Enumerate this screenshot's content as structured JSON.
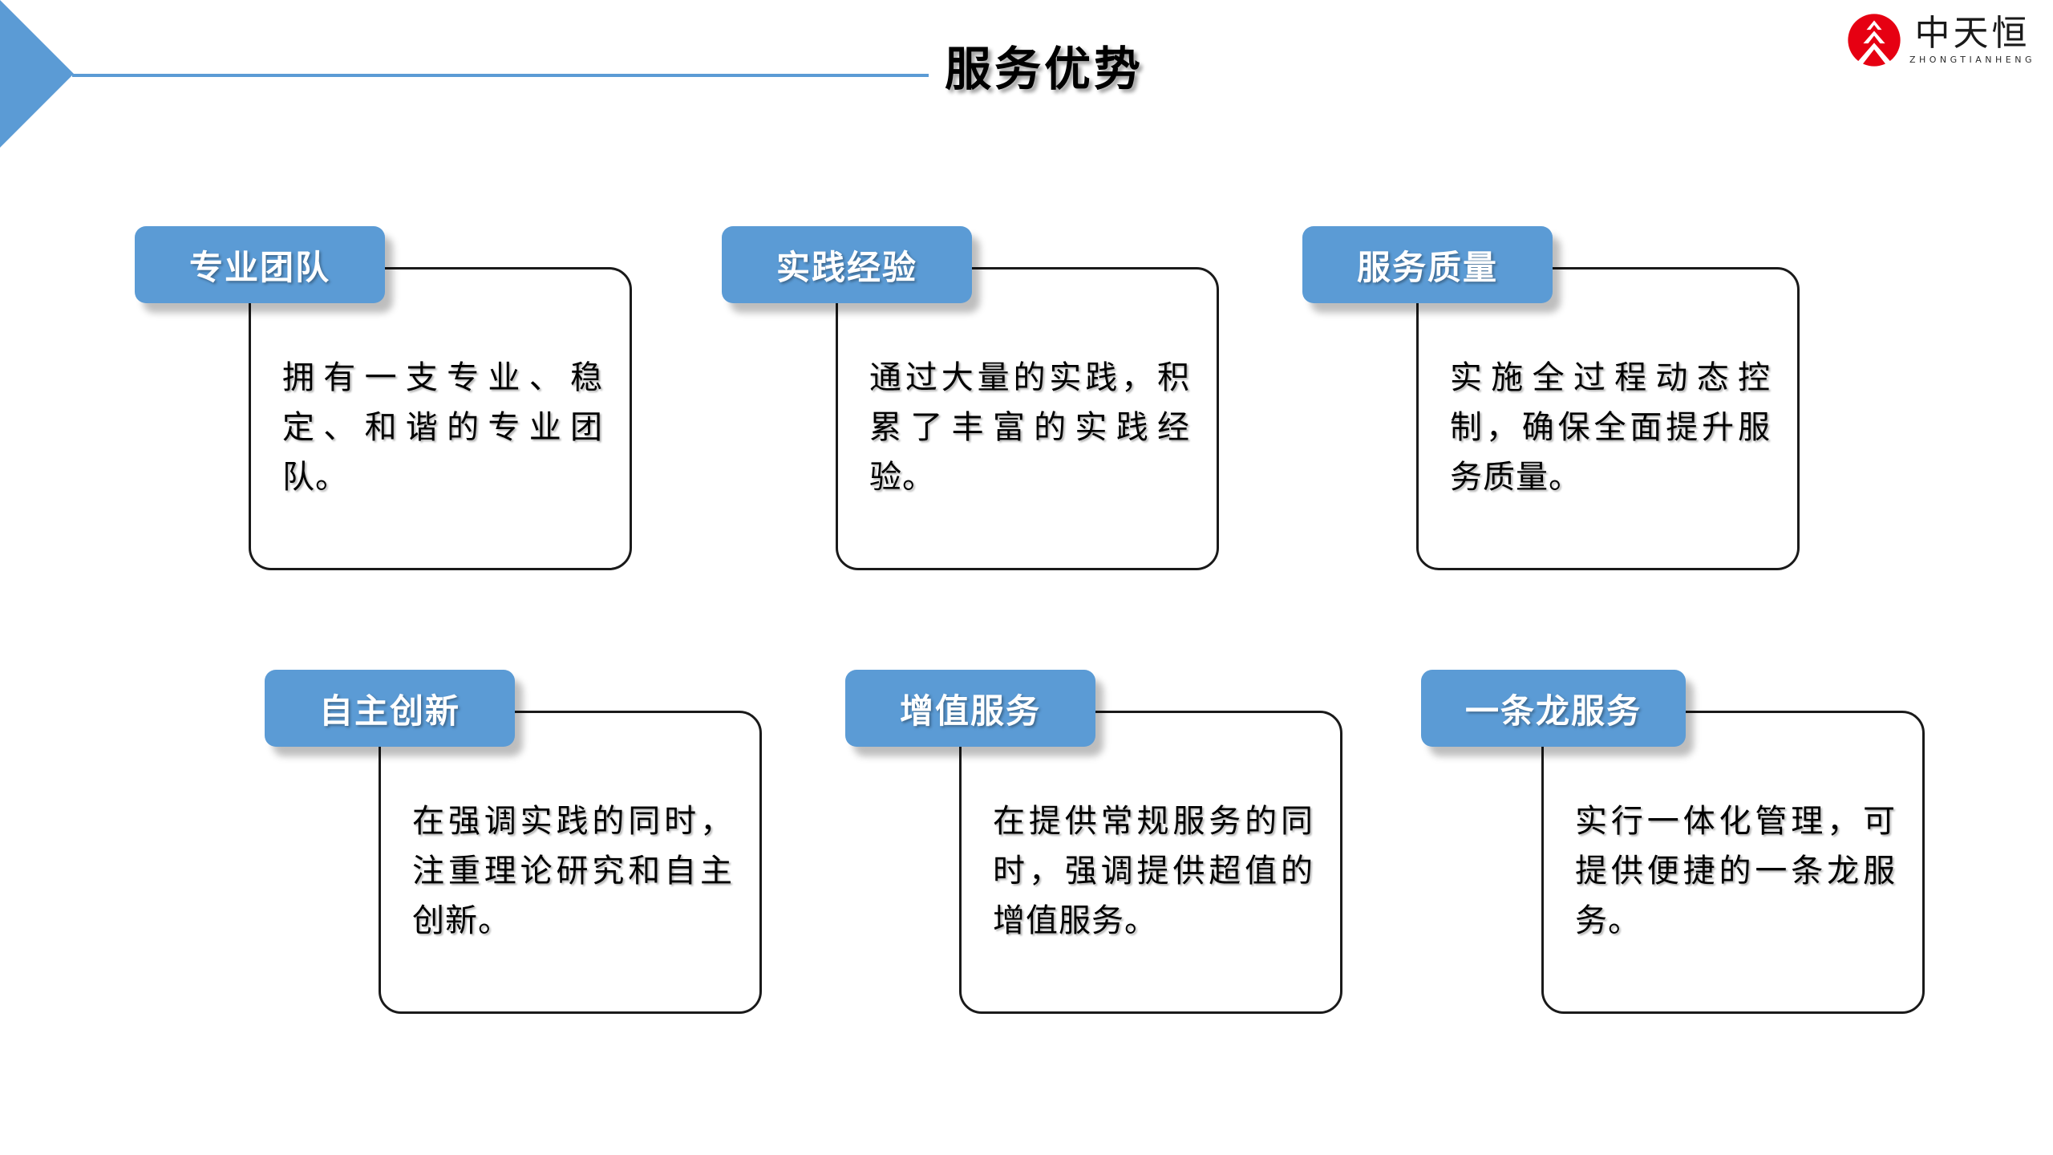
{
  "header": {
    "title": "服务优势",
    "arrow_icon": "left-chevron-arrow",
    "rule_color": "#5B9BD5"
  },
  "logo": {
    "mark_icon": "zhongtianheng-mountain-emblem",
    "mark_color": "#E60012",
    "name_cn": "中天恒",
    "name_en": "ZHONGTIANHENG"
  },
  "theme": {
    "accent": "#5B9BD5",
    "outline": "#1a1a1a",
    "background": "#ffffff"
  },
  "cards": [
    {
      "id": "professional-team",
      "badge": "专业团队",
      "body": "拥有一支专业、稳定、和谐的专业团队。"
    },
    {
      "id": "practical-experience",
      "badge": "实践经验",
      "body": "通过大量的实践，积累了丰富的实践经验。"
    },
    {
      "id": "service-quality",
      "badge": "服务质量",
      "body": "实施全过程动态控制，确保全面提升服务质量。"
    },
    {
      "id": "independent-innovation",
      "badge": "自主创新",
      "body": "在强调实践的同时，注重理论研究和自主创新。"
    },
    {
      "id": "value-added-service",
      "badge": "增值服务",
      "body": "在提供常规服务的同时，强调提供超值的增值服务。"
    },
    {
      "id": "one-stop-service",
      "badge": "一条龙服务",
      "body": "实行一体化管理，可提供便捷的一条龙服务。"
    }
  ]
}
